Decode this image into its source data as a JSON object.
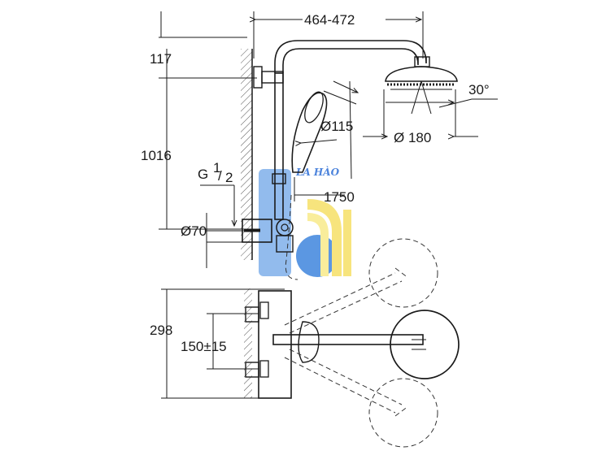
{
  "dimensions": {
    "width_range": "464-472",
    "top_offset": "117",
    "rail_height": "1016",
    "thread": "G",
    "thread_sup": "1",
    "thread_sub": "2",
    "inlet_diameter": "Ø70",
    "hand_shower_diameter": "Ø115",
    "head_diameter": "Ø 180",
    "head_angle": "30°",
    "hose_length": "1750",
    "mixer_height": "298",
    "inlet_spacing": "150±15"
  },
  "watermark": {
    "text": "LA HÀO",
    "colors": [
      "#2f6fd6",
      "#f2d21b"
    ]
  }
}
